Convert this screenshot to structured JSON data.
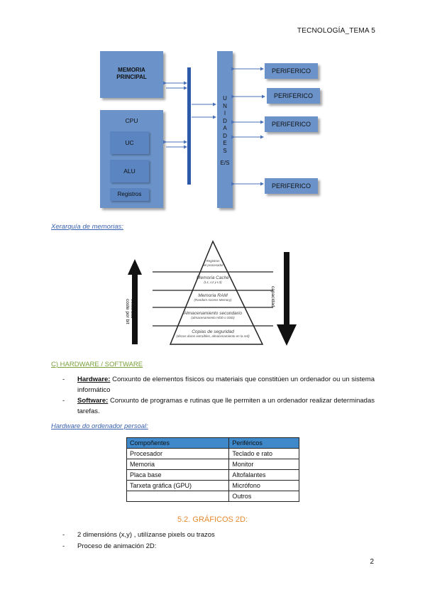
{
  "header": {
    "title": "TECNOLOGÍA_TEMA 5"
  },
  "diagram": {
    "memoria": "MEMORIA\nPRINCIPAL",
    "cpu": "CPU",
    "uc": "UC",
    "alu": "ALU",
    "registros": "Registros",
    "unidades": [
      "U",
      "N",
      "I",
      "D",
      "A",
      "D",
      "E",
      "S"
    ],
    "es": "E/S",
    "periferico": "PERIFERICO"
  },
  "hierarchy": {
    "caption": "Xerarquía de memorias:",
    "levels": [
      {
        "title": "Registros",
        "sub": "del procesador"
      },
      {
        "title": "Memoria Caché",
        "sub": "(L1, L2 y L3)"
      },
      {
        "title": "Memoria RAM",
        "sub": "(Random Access Memory)"
      },
      {
        "title": "Almacenamiento secundario",
        "sub": "(almacenamiento HDD o SSD)"
      },
      {
        "title": "Copias de seguridad",
        "sub": "(discos duros extraíbles, almacenamiento en la red)"
      }
    ],
    "left_labels": [
      "velocidad",
      "coste por bit"
    ],
    "right_label": "capacidad"
  },
  "section_c": {
    "title": "C) HARDWARE / SOFTWARE",
    "items": [
      {
        "term": "Hardware:",
        "text": " Conxunto de elementos físicos ou materiais que constitúen un ordenador ou un sistema informático"
      },
      {
        "term": "Software:",
        "text": " Conxunto de programas e rutinas que lle permiten a un ordenador realizar determinadas tarefas."
      }
    ],
    "pc_caption": "Hardware do ordenador persoal:"
  },
  "table": {
    "headers": [
      "Compoñentes",
      "Periféricos"
    ],
    "rows": [
      [
        "Procesador",
        "Teclado e rato"
      ],
      [
        "Memoria",
        "Monitor"
      ],
      [
        "Placa base",
        "Altofalantes"
      ],
      [
        "Tarxeta gráfica (GPU)",
        "Micrófono"
      ],
      [
        "",
        "Outros"
      ]
    ]
  },
  "section_52": {
    "title": "5.2. GRÁFICOS 2D:",
    "bullets": [
      "2 dimensións (x,y) , utilízanse pixels ou trazos",
      "Proceso de animación 2D:"
    ]
  },
  "page": {
    "number": "2"
  }
}
